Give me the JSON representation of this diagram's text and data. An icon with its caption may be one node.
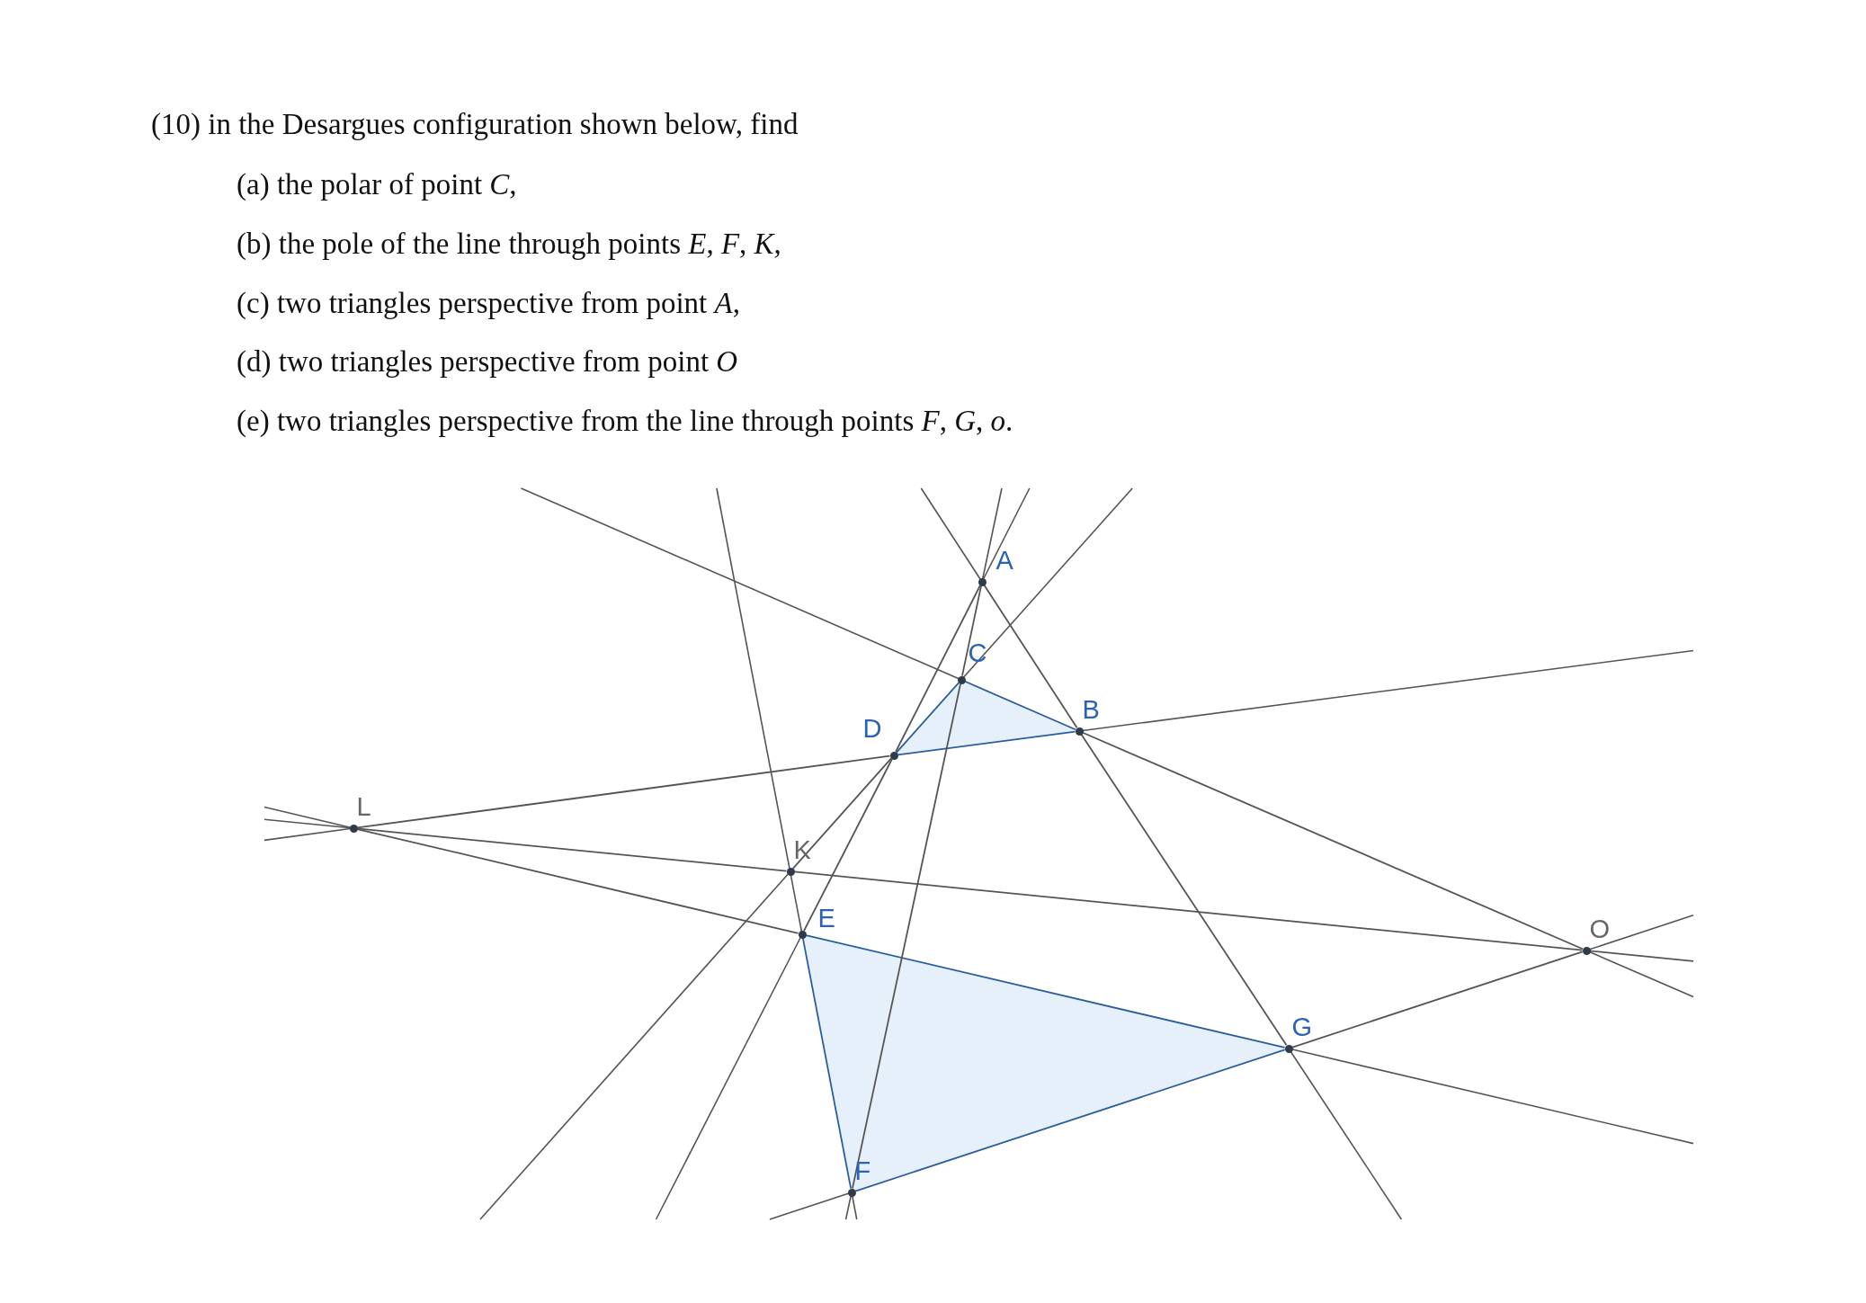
{
  "diagram": {
    "nodes": [
      {
        "text": [
          "A"
        ]
      },
      {
        "text": [
          "C"
        ]
      },
      {
        "text": [
          "B"
        ]
      },
      {
        "text": [
          "D"
        ]
      },
      {
        "text": [
          "L"
        ]
      },
      {
        "text": [
          "K"
        ]
      },
      {
        "text": [
          "E"
        ]
      },
      {
        "text": [
          "O"
        ]
      },
      {
        "text": [
          "G"
        ]
      },
      {
        "text": [
          "F"
        ]
      }
    ],
    "edges": [
      {
        "from": 4,
        "to": 3,
        "arrow": "none"
      },
      {
        "from": 3,
        "to": 2,
        "arrow": "none",
        "color": "#2a5e9e"
      },
      {
        "from": 4,
        "to": 5,
        "arrow": "none"
      },
      {
        "from": 5,
        "to": 7,
        "arrow": "none"
      },
      {
        "from": 4,
        "to": 6,
        "arrow": "none"
      },
      {
        "from": 6,
        "to": 8,
        "arrow": "none",
        "color": "#2a5e9e"
      },
      {
        "from": 1,
        "to": 2,
        "arrow": "none",
        "color": "#2a5e9e"
      },
      {
        "from": 2,
        "to": 7,
        "arrow": "none"
      },
      {
        "from": 0,
        "to": 2,
        "arrow": "none"
      },
      {
        "from": 2,
        "to": 8,
        "arrow": "none"
      },
      {
        "from": 1,
        "to": 3,
        "arrow": "none",
        "color": "#2a5e9e"
      },
      {
        "from": 3,
        "to": 5,
        "arrow": "none"
      },
      {
        "from": 0,
        "to": 3,
        "arrow": "none"
      },
      {
        "from": 3,
        "to": 6,
        "arrow": "none"
      },
      {
        "from": 0,
        "to": 1,
        "arrow": "none"
      },
      {
        "from": 1,
        "to": 9,
        "arrow": "none"
      },
      {
        "from": 6,
        "to": 9,
        "arrow": "none",
        "color": "#2a5e9e"
      },
      {
        "from": 7,
        "to": 8,
        "arrow": "none"
      },
      {
        "from": 8,
        "to": 9,
        "arrow": "none",
        "color": "#2a5e9e"
      }
    ],
    "labels": [
      "(10) in the Desargues configuration shown below, find",
      "(a) the polar of point *C*,",
      "(b) the pole of the line through points *E*, *F*, *K*,",
      "(c) two triangles perspective from point *A*,",
      "(d) two triangles perspective from point *O*",
      "(e) two triangles perspective from the line through points *F*, *G*, *o*."
    ]
  }
}
